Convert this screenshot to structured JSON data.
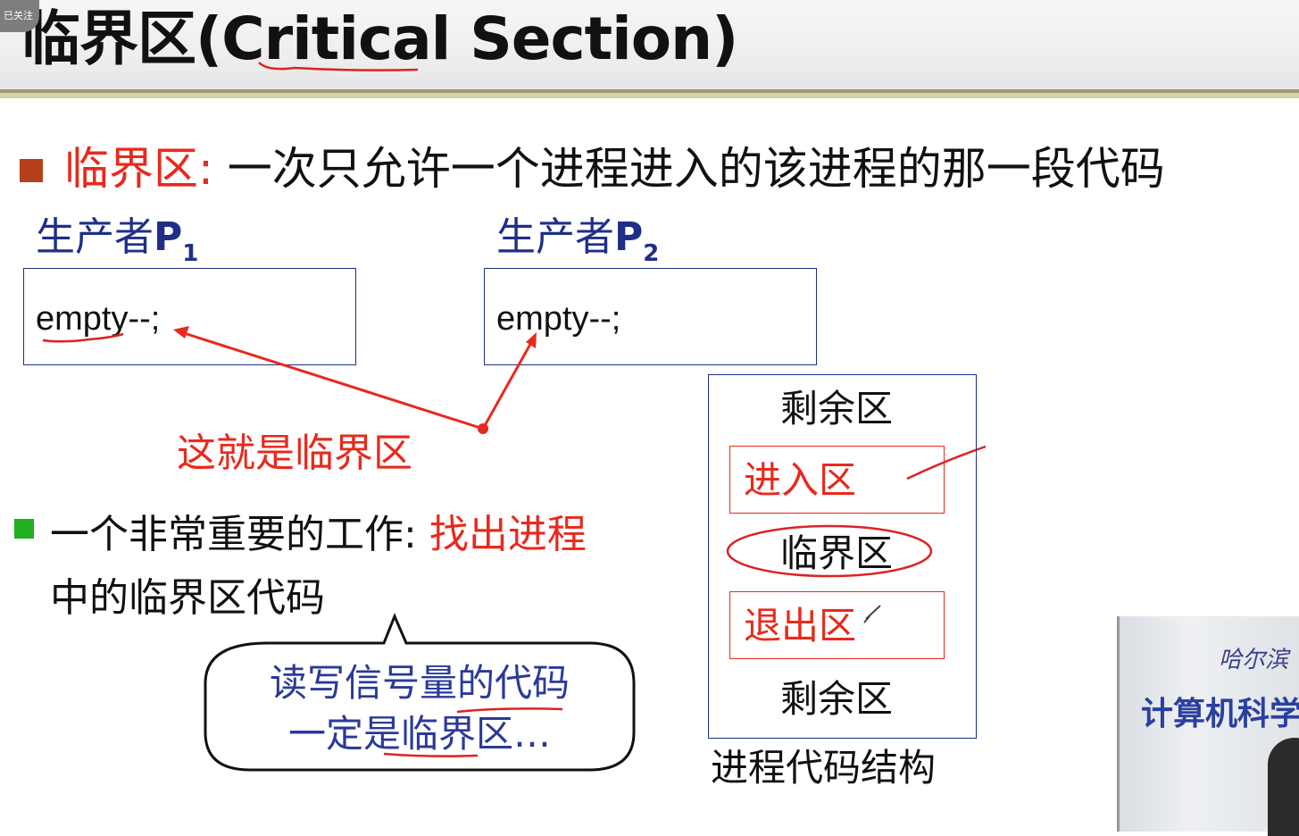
{
  "header": {
    "title": "临界区(Critical Section)",
    "follow_badge": "已关注"
  },
  "bullet1": {
    "term": "临界区:",
    "definition": " 一次只允许一个进程进入的该进程的那一段代码"
  },
  "producers": [
    {
      "label": "生产者",
      "name": "P",
      "subscript": "1",
      "code": "empty--;"
    },
    {
      "label": "生产者",
      "name": "P",
      "subscript": "2",
      "code": "empty--;"
    }
  ],
  "arrow_note": "这就是临界区",
  "bullet2": {
    "text": "一个非常重要的工作:",
    "highlight_part1": "找出进程",
    "highlight_part2": "中的临界区代码"
  },
  "bubble": {
    "line1": "读写信号量的代码",
    "line2": "一定是临界区…"
  },
  "structure": {
    "sections": [
      "剩余区",
      "进入区",
      "临界区",
      "退出区",
      "剩余区"
    ],
    "caption": "进程代码结构"
  },
  "video": {
    "text1": "哈尔滨",
    "text2": "计算机科学"
  },
  "colors": {
    "red": "#e8291c",
    "blue": "#1f2f87",
    "bullet1": "#b5411b",
    "bullet2": "#20b020"
  }
}
